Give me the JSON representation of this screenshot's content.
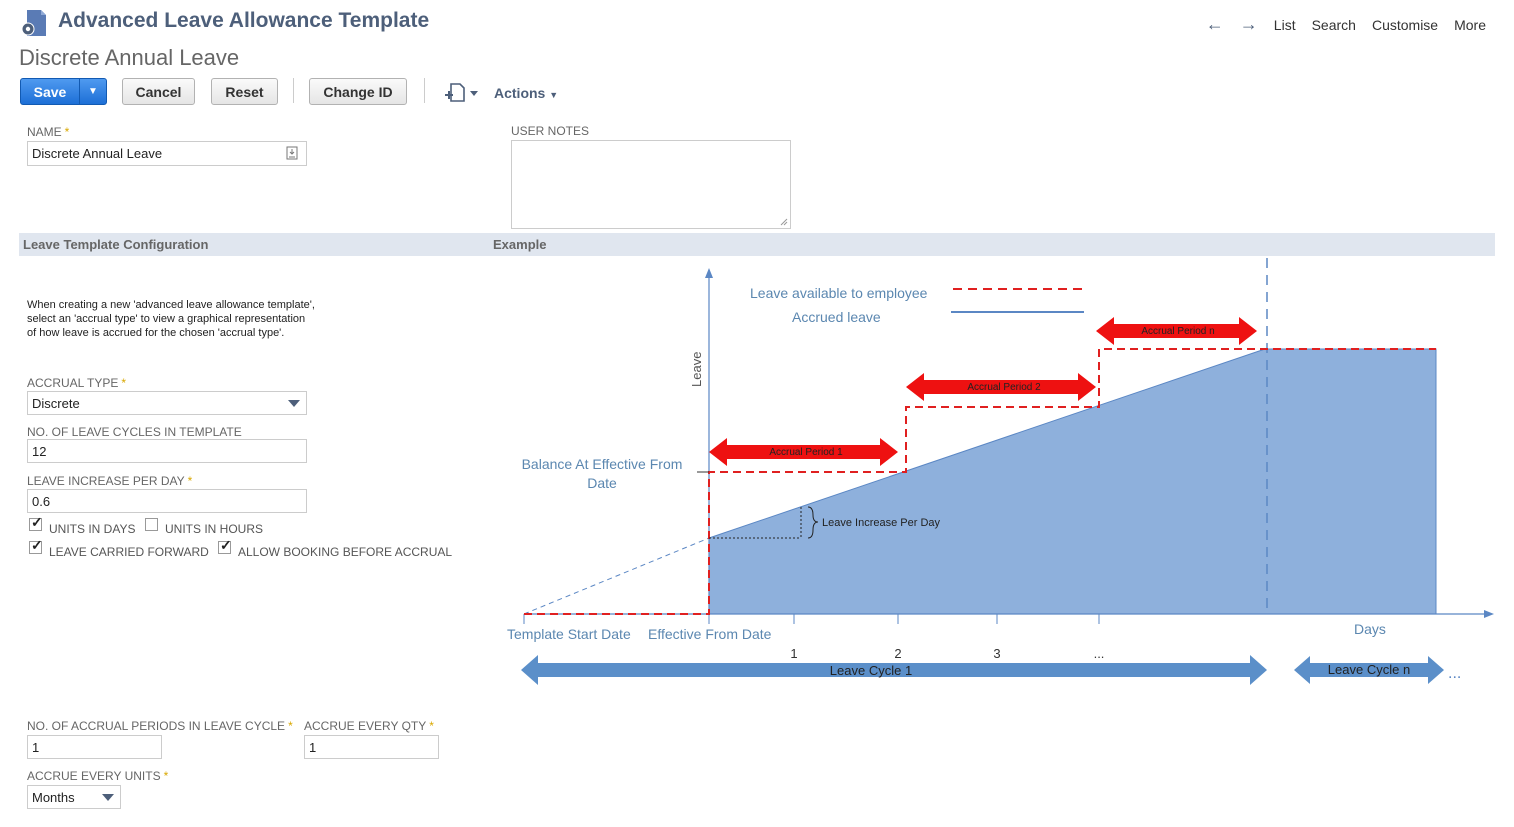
{
  "header": {
    "title": "Advanced Leave Allowance Template",
    "subtitle": "Discrete Annual Leave",
    "nav": {
      "list": "List",
      "search": "Search",
      "customise": "Customise",
      "more": "More"
    }
  },
  "toolbar": {
    "save": "Save",
    "cancel": "Cancel",
    "reset": "Reset",
    "change_id": "Change ID",
    "actions": "Actions"
  },
  "form": {
    "name_label": "NAME",
    "name_value": "Discrete Annual Leave",
    "user_notes_label": "USER NOTES",
    "user_notes_value": ""
  },
  "sections": {
    "config": "Leave Template Configuration",
    "example": "Example"
  },
  "config": {
    "note_lines": [
      "When creating a new 'advanced leave allowance template',",
      "select an 'accrual type' to view a graphical representation",
      "of how leave is accrued for the chosen 'accrual type'."
    ],
    "accrual_type_label": "ACCRUAL TYPE",
    "accrual_type_value": "Discrete",
    "leave_cycles_label": "NO. OF LEAVE CYCLES IN TEMPLATE",
    "leave_cycles_value": "12",
    "leave_increase_label": "LEAVE INCREASE PER DAY",
    "leave_increase_value": "0.6",
    "checkboxes": {
      "units_days": {
        "label": "UNITS IN DAYS",
        "checked": true
      },
      "units_hours": {
        "label": "UNITS IN HOURS",
        "checked": false
      },
      "carried_forward": {
        "label": "LEAVE CARRIED FORWARD",
        "checked": true
      },
      "booking_before": {
        "label": "ALLOW BOOKING BEFORE ACCRUAL",
        "checked": true
      }
    },
    "accrual_periods_label": "NO. OF ACCRUAL PERIODS IN LEAVE CYCLE",
    "accrual_periods_value": "1",
    "accrue_qty_label": "ACCRUE EVERY QTY",
    "accrue_qty_value": "1",
    "accrue_units_label": "ACCRUE EVERY UNITS",
    "accrue_units_value": "Months"
  },
  "diagram": {
    "legend_available": "Leave available to employee",
    "legend_accrued": "Accrued leave",
    "y_label": "Leave",
    "balance_label_1": "Balance At Effective From",
    "balance_label_2": "Date",
    "period_1": "Accrual Period 1",
    "period_2": "Accrual Period 2",
    "period_n": "Accrual Period n",
    "increase_label": "Leave Increase Per Day",
    "template_start": "Template Start Date",
    "effective_from": "Effective From Date",
    "days": "Days",
    "ticks": [
      "1",
      "2",
      "3",
      "..."
    ],
    "cycle_1": "Leave Cycle 1",
    "cycle_n": "Leave Cycle n",
    "ellipsis": "...",
    "colors": {
      "accrued_fill": "#8eb0dc",
      "red": "#e02020",
      "axis": "#5b87c4",
      "label_blue": "#5b87b0"
    }
  }
}
